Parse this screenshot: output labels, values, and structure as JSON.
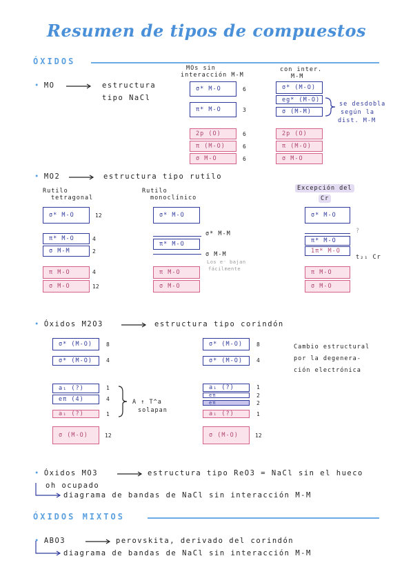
{
  "title": "Resumen de tipos de compuestos",
  "oxidos": {
    "heading": "ÓXIDOS",
    "mo": {
      "formula": "MO",
      "desc_line1": "estructura",
      "desc_line2": "tipo NaCl",
      "col1_header_line1": "MOs sin",
      "col1_header_line2": "interacción M-M",
      "col2_header_line1": "con inter.",
      "col2_header_line2": "M-M",
      "col1": [
        {
          "label": "σ* M-O",
          "n": "6"
        },
        {
          "label": "π* M-O",
          "n": "3"
        },
        {
          "label": "2p (O)",
          "n": "6"
        },
        {
          "label": "π (M-O)",
          "n": "6"
        },
        {
          "label": "σ M-O",
          "n": "6"
        }
      ],
      "col2": [
        "σ* (M-O)",
        "eg* (M-O)",
        "σ (M-M)",
        "2p (O)",
        "π (M-O)",
        "σ M-O"
      ],
      "note_line1": "se desdobla",
      "note_line2": "según la",
      "note_line3": "dist. M-M"
    },
    "mo2": {
      "formula": "MO2",
      "desc": "estructura tipo rutilo",
      "tetra_line1": "Rutilo",
      "tetra_line2": "tetragonal",
      "tetra": [
        {
          "label": "σ* M-O",
          "n": "12"
        },
        {
          "label": "π* M-O",
          "n": "4"
        },
        {
          "label": "σ M-M",
          "n": "2"
        },
        {
          "label": "π M-O",
          "n": "4"
        },
        {
          "label": "σ M-O",
          "n": "12"
        }
      ],
      "mono_line1": "Rutilo",
      "mono_line2": "monoclínico",
      "mono": [
        "σ* M-O",
        "π* M-O",
        "π M-O",
        "σ M-O"
      ],
      "mono_side1": "σ* M-M",
      "mono_side2": "σ M-M",
      "mono_note_line1": "Los e⁻ bajan",
      "mono_note_line2": "fácilmente",
      "cr_line1": "Excepción del",
      "cr_line2": "Cr",
      "cr": [
        "σ* M-O",
        "π* M-O",
        "1π* M-O",
        "π M-O",
        "σ M-O"
      ],
      "cr_q": "?",
      "cr_note": "t₂₁ Cr"
    },
    "m2o3": {
      "desc_a": "Óxidos M2O3",
      "desc_b": "estructura tipo corindón",
      "left": [
        {
          "label": "σ* (M-O)",
          "n": "8"
        },
        {
          "label": "σ* (M-O)",
          "n": "4"
        },
        {
          "label": "a₁ (?)",
          "n": "1"
        },
        {
          "label": "eπ (4)",
          "n": "4"
        },
        {
          "label": "a₁ (?)",
          "n": "1"
        },
        {
          "label": "σ (M-O)",
          "n": "12"
        }
      ],
      "brace_line1": "A ↑ T^a",
      "brace_line2": "solapan",
      "right": [
        {
          "label": "σ* (M-O)",
          "n": "8"
        },
        {
          "label": "σ* (M-O)",
          "n": "4"
        },
        {
          "label": "a₁ (?)",
          "n": "1"
        },
        {
          "label": "eπ",
          "n": "2"
        },
        {
          "label": "eπ",
          "n": "2"
        },
        {
          "label": "a₁ (?)",
          "n": "1"
        },
        {
          "label": "σ (M-O)",
          "n": "12"
        }
      ],
      "note_line1": "Cambio estructural",
      "note_line2": "por la degenera-",
      "note_line3": "ción electrónica"
    },
    "mo3": {
      "line1_a": "Óxidos MO3",
      "line1_b": "estructura tipo ReO3 = NaCl sin el hueco",
      "line2": "oh ocupado",
      "line3": "diagrama de bandas de NaCl sin interacción M-M"
    }
  },
  "mixtos": {
    "heading": "ÓXIDOS MIXTOS",
    "line1_a": "ABO3",
    "line1_b": "perovskita, derivado del corindón",
    "line2": "diagrama de bandas de NaCl sin interacción M-M"
  },
  "colors": {
    "title": "#4a90d9",
    "blue_box": "#2f3a9c",
    "pink_box": "#d4608a",
    "pink_fill": "#fbe3ec"
  }
}
